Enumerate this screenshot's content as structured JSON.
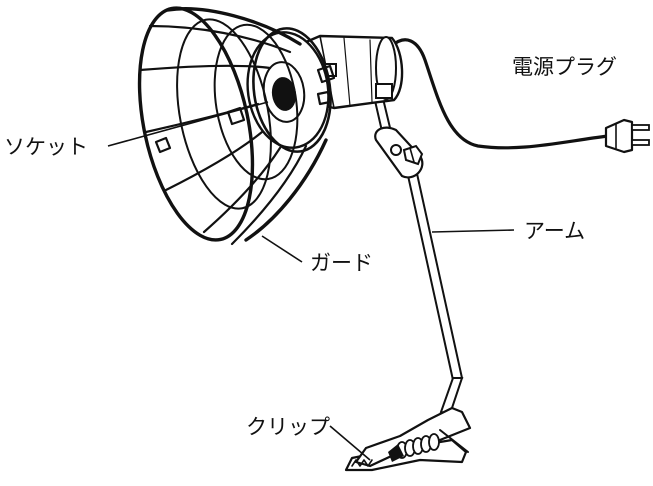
{
  "labels": {
    "socket": "ソケット",
    "guard": "ガード",
    "plug": "電源プラグ",
    "arm": "アーム",
    "clip": "クリップ"
  }
}
